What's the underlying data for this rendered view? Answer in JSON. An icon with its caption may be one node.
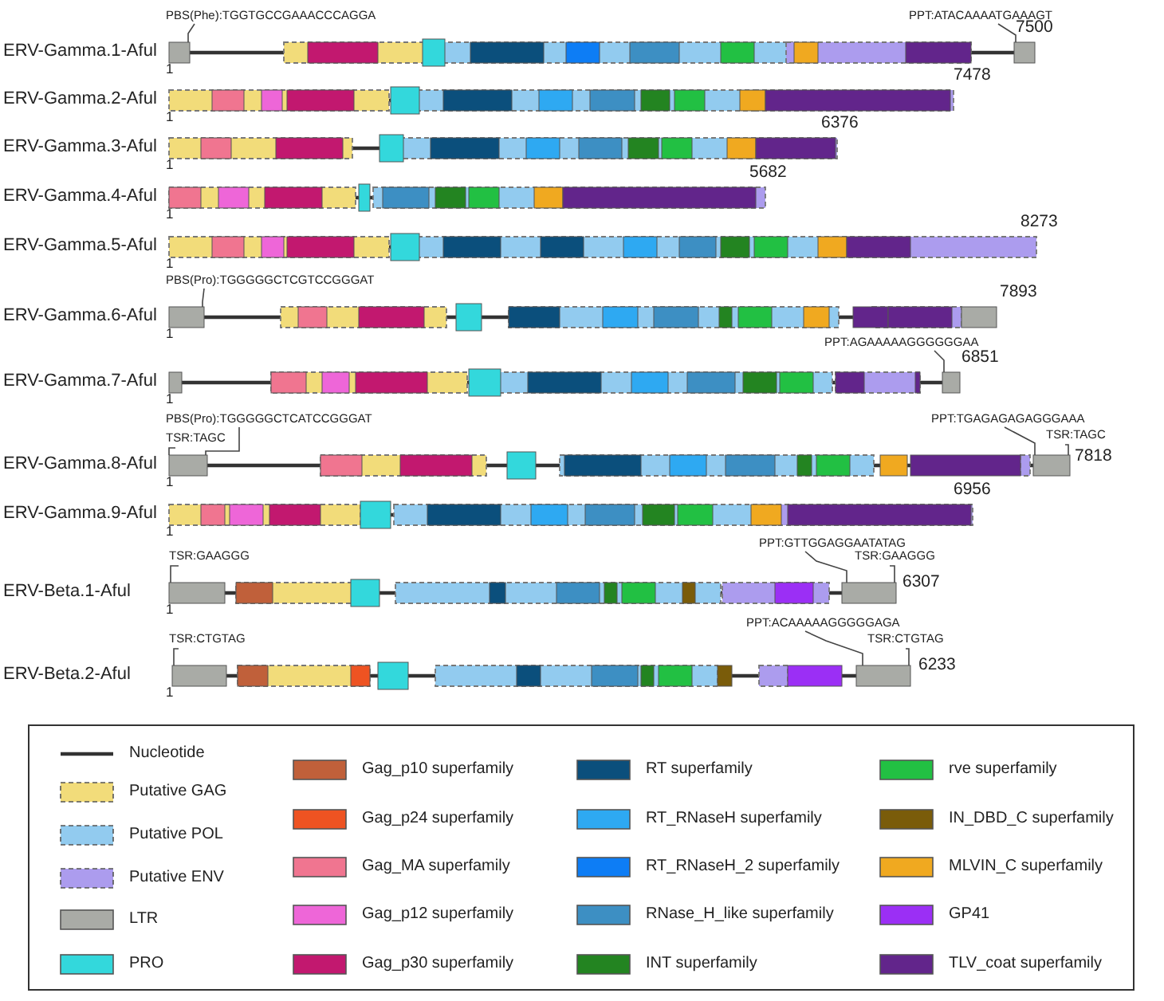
{
  "diagram": {
    "nodes": [
      {
        "text": [
          "PBS(Phe):TGGTGCCGAAACCCAGGA"
        ]
      },
      {
        "text": [
          "PPT:ATACAAAATGAAAGT"
        ]
      },
      {
        "text": [
          "PBS(Pro):TGGGGGCTCGTCCGGGAT"
        ]
      },
      {
        "text": [
          "PPT:AGAAAAAGGGGGGAA"
        ]
      },
      {
        "text": [
          "PBS(Pro):TGGGGGCTCATCCGGGAT"
        ]
      },
      {
        "text": [
          "PPT:TGAGAGAGAGGGAAA"
        ]
      },
      {
        "text": [
          "TSR:TAGC"
        ]
      },
      {
        "text": [
          "TSR:TAGC"
        ]
      },
      {
        "text": [
          "TSR:GAAGGG"
        ]
      },
      {
        "text": [
          "PPT:GTTGGAGGAATATAG"
        ]
      },
      {
        "text": [
          "TSR:GAAGGG"
        ]
      },
      {
        "text": [
          "TSR:CTGTAG"
        ]
      },
      {
        "text": [
          "PPT:ACAAAAAGGGGGAGA"
        ]
      },
      {
        "text": [
          "TSR:CTGTAG"
        ]
      },
      {
        "text": [],
        "shape": "box"
      },
      {
        "text": [],
        "shape": "box"
      },
      {
        "text": [],
        "shape": "box"
      },
      {
        "text": [],
        "shape": "box"
      },
      {
        "text": [],
        "shape": "box"
      },
      {
        "text": [],
        "shape": "box"
      },
      {
        "text": [],
        "shape": "box"
      },
      {
        "text": [],
        "shape": "box"
      },
      {
        "text": [],
        "shape": "box"
      },
      {
        "text": [],
        "shape": "box"
      }
    ],
    "edges": [
      {
        "from": 0,
        "to": 14,
        "arrow": "none"
      },
      {
        "from": 1,
        "to": 15,
        "arrow": "none"
      },
      {
        "from": 2,
        "to": 16,
        "arrow": "none"
      },
      {
        "from": 3,
        "to": 17,
        "arrow": "none"
      },
      {
        "from": 4,
        "to": 18,
        "arrow": "none"
      },
      {
        "from": 5,
        "to": 19,
        "arrow": "none"
      },
      {
        "from": 6,
        "to": 18,
        "arrow": "none"
      },
      {
        "from": 7,
        "to": 19,
        "arrow": "none"
      },
      {
        "from": 8,
        "to": 20,
        "arrow": "none"
      },
      {
        "from": 9,
        "to": 21,
        "arrow": "none"
      },
      {
        "from": 10,
        "to": 21,
        "arrow": "none"
      },
      {
        "from": 11,
        "to": 22,
        "arrow": "none"
      },
      {
        "from": 12,
        "to": 23,
        "arrow": "none"
      },
      {
        "from": 13,
        "to": 23,
        "arrow": "none"
      }
    ],
    "labels": [
      "ERV-Gamma.1-Aful",
      "7500",
      "1",
      "ERV-Gamma.2-Aful",
      "7478",
      "1",
      "ERV-Gamma.3-Aful",
      "6376",
      "1",
      "ERV-Gamma.4-Aful",
      "5682",
      "1",
      "ERV-Gamma.5-Aful",
      "8273",
      "1",
      "ERV-Gamma.6-Aful",
      "7893",
      "1",
      "ERV-Gamma.7-Aful",
      "6851",
      "1",
      "ERV-Gamma.8-Aful",
      "7818",
      "1",
      "ERV-Gamma.9-Aful",
      "6956",
      "1",
      "ERV-Beta.1-Aful",
      "6307",
      "1",
      "ERV-Beta.2-Aful",
      "6233",
      "1"
    ],
    "legend": [
      {
        "text": "Nucleotide"
      },
      {
        "text": "Putative GAG",
        "color": "#f2dc7a"
      },
      {
        "text": "Putative POL",
        "color": "#92cbef"
      },
      {
        "text": "Putative ENV",
        "color": "#ac9cee"
      },
      {
        "text": "LTR",
        "color": "#a9aba6"
      },
      {
        "text": "PRO",
        "color": "#33d8dc"
      },
      {
        "text": "Gag_p10 superfamily",
        "color": "#c0603a"
      },
      {
        "text": "Gag_p24 superfamily",
        "color": "#ee5322"
      },
      {
        "text": "Gag_MA superfamily",
        "color": "#f07590"
      },
      {
        "text": "Gag_p12 superfamily",
        "color": "#ee66d8"
      },
      {
        "text": "Gag_p30 superfamily",
        "color": "#c2186f"
      },
      {
        "text": "RT superfamily",
        "color": "#0b4f7c"
      },
      {
        "text": "RT_RNaseH superfamily",
        "color": "#2ea9f2"
      },
      {
        "text": "RT_RNaseH_2 superfamily",
        "color": "#0d7df5"
      },
      {
        "text": "RNase_H_like superfamily",
        "color": "#3d8fc3"
      },
      {
        "text": "INT superfamily",
        "color": "#238421"
      },
      {
        "text": "rve superfamily",
        "color": "#22c043"
      },
      {
        "text": "IN_DBD_C superfamily",
        "color": "#7a5c0a"
      },
      {
        "text": "MLVIN_C superfamily",
        "color": "#f0a920"
      },
      {
        "text": "GP41",
        "color": "#9b2ff5"
      },
      {
        "text": "TLV_coat superfamily",
        "color": "#62258b"
      }
    ]
  }
}
